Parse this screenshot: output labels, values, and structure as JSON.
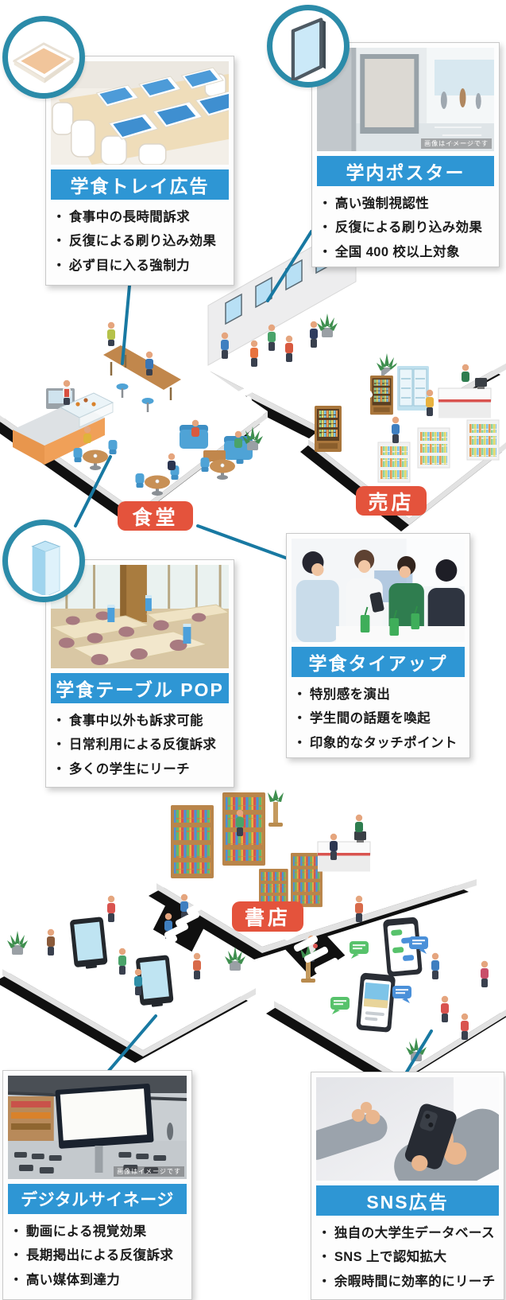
{
  "ui": {
    "bullet_char": "・"
  },
  "colors": {
    "accent_blue": "#2E96D4",
    "badge_red": "#E4533C",
    "connector_teal": "#1879A2"
  },
  "cards": [
    {
      "title": "学食トレイ広告",
      "bullets": [
        "食事中の長時間訴求",
        "反復による刷り込み効果",
        "必ず目に入る強制力"
      ]
    },
    {
      "title": "学内ポスター",
      "bullets": [
        "高い強制視認性",
        "反復による刷り込み効果",
        "全国 400 校以上対象"
      ],
      "watermark": "画像はイメージです"
    },
    {
      "title": "学食テーブル POP",
      "bullets": [
        "食事中以外も訴求可能",
        "日常利用による反復訴求",
        "多くの学生にリーチ"
      ]
    },
    {
      "title": "学食タイアップ",
      "bullets": [
        "特別感を演出",
        "学生間の話題を喚起",
        "印象的なタッチポイント"
      ]
    },
    {
      "title": "デジタルサイネージ",
      "bullets": [
        "動画による視覚効果",
        "長期掲出による反復訴求",
        "高い媒体到達力"
      ],
      "watermark": "画像はイメージです"
    },
    {
      "title": "SNS広告",
      "bullets": [
        "独自の大学生データベース",
        "SNS 上で認知拡大",
        "余暇時間に効率的にリーチ"
      ]
    }
  ],
  "badges": [
    {
      "label": "食堂"
    },
    {
      "label": "売店"
    },
    {
      "label": "書店"
    }
  ],
  "icons": [
    {
      "name": "tray-icon"
    },
    {
      "name": "poster-icon"
    },
    {
      "name": "pop-stand-icon"
    }
  ]
}
